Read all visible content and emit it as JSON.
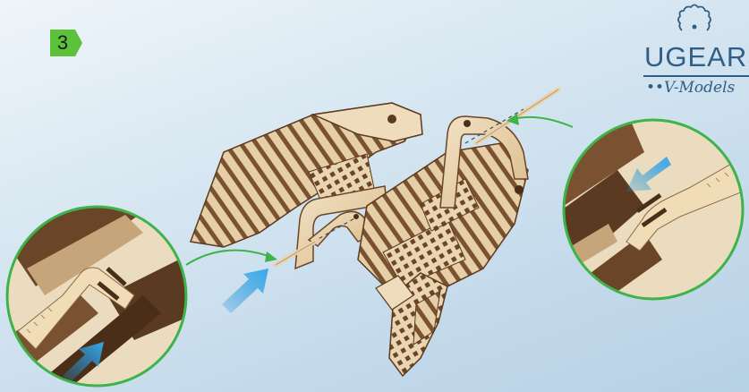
{
  "step": {
    "number": "3"
  },
  "logo": {
    "brand": "UGEARS",
    "tagline": "••V-Models"
  },
  "colors": {
    "background": "#c9deee",
    "step_badge": "#5cc23a",
    "callout_ring": "#3fb34a",
    "pointer_arrow": "#2a9fe0",
    "logo": "#2f5f87",
    "wood_light": "#e8d2ad",
    "wood_dark": "#5a3a20"
  },
  "icons": [
    "gear-icon",
    "pointer-arrow-icon"
  ]
}
